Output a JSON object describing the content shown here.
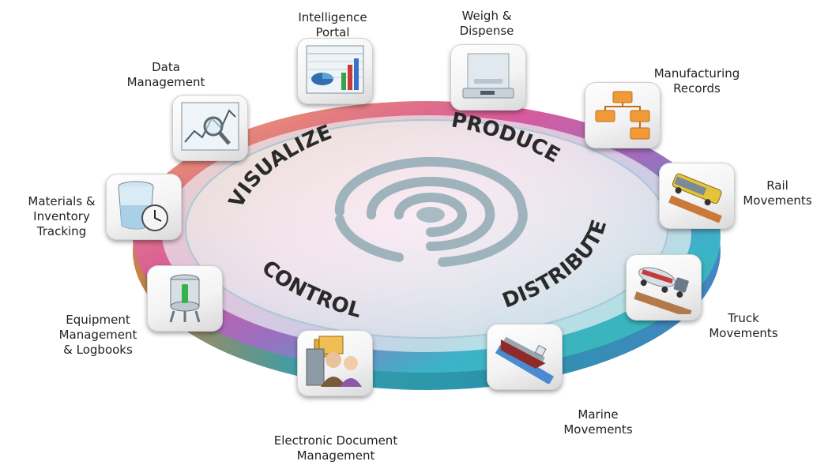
{
  "ring": {
    "segments": [
      "VISUALIZE",
      "PRODUCE",
      "DISTRIBUTE",
      "CONTROL"
    ]
  },
  "modules": [
    {
      "id": "intelligence-portal",
      "label": [
        "Intelligence",
        "Portal"
      ],
      "icon": "bar-chart-icon"
    },
    {
      "id": "weigh-dispense",
      "label": [
        "Weigh &",
        "Dispense"
      ],
      "icon": "scale-icon"
    },
    {
      "id": "manufacturing-records",
      "label": [
        "Manufacturing",
        "Records"
      ],
      "icon": "flowchart-icon"
    },
    {
      "id": "rail-movements",
      "label": [
        "Rail",
        "Movements"
      ],
      "icon": "train-icon"
    },
    {
      "id": "truck-movements",
      "label": [
        "Truck",
        "Movements"
      ],
      "icon": "tanker-truck-icon"
    },
    {
      "id": "marine-movements",
      "label": [
        "Marine",
        "Movements"
      ],
      "icon": "ship-icon"
    },
    {
      "id": "electronic-document-management",
      "label": [
        "Electronic Document",
        "Management"
      ],
      "icon": "people-folders-icon"
    },
    {
      "id": "equipment-management",
      "label": [
        "Equipment",
        "Management",
        "& Logbooks"
      ],
      "icon": "tank-vessel-icon"
    },
    {
      "id": "materials-inventory",
      "label": [
        "Materials &",
        "Inventory",
        "Tracking"
      ],
      "icon": "beaker-clock-icon"
    },
    {
      "id": "data-management",
      "label": [
        "Data",
        "Management"
      ],
      "icon": "magnifier-chart-icon"
    }
  ],
  "colors": {
    "ring_pink": "#d9539b",
    "ring_orange": "#e8a35a",
    "ring_teal": "#2fb5c0",
    "ring_blue": "#4e9fd6",
    "text_dark": "#2a2a2a"
  }
}
